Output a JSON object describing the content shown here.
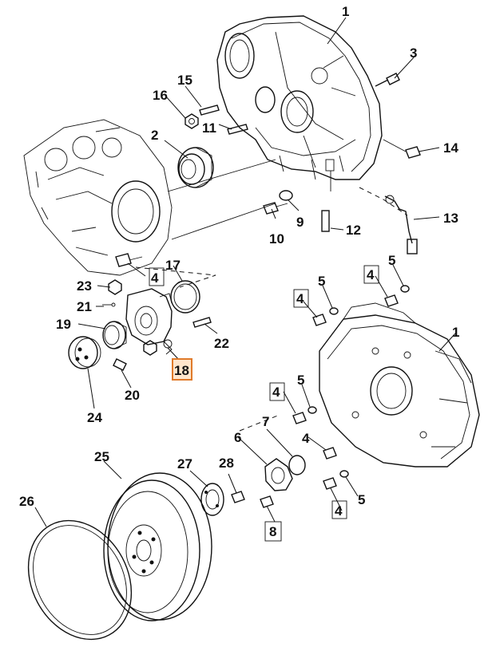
{
  "diagram": {
    "highlight_color": "#e07a2a",
    "callouts": [
      {
        "id": "c1a",
        "label": "1",
        "boxed": false,
        "highlight": false
      },
      {
        "id": "c1b",
        "label": "1",
        "boxed": false,
        "highlight": false
      },
      {
        "id": "c2",
        "label": "2",
        "boxed": false,
        "highlight": false
      },
      {
        "id": "c3",
        "label": "3",
        "boxed": false,
        "highlight": false
      },
      {
        "id": "c4a",
        "label": "4",
        "boxed": false,
        "highlight": false
      },
      {
        "id": "c4b",
        "label": "4",
        "boxed": true,
        "highlight": false
      },
      {
        "id": "c4c",
        "label": "4",
        "boxed": true,
        "highlight": false
      },
      {
        "id": "c4d",
        "label": "4",
        "boxed": true,
        "highlight": false
      },
      {
        "id": "c4e",
        "label": "4",
        "boxed": true,
        "highlight": false
      },
      {
        "id": "c4f",
        "label": "4",
        "boxed": true,
        "highlight": false
      },
      {
        "id": "c5a",
        "label": "5",
        "boxed": false,
        "highlight": false
      },
      {
        "id": "c5b",
        "label": "5",
        "boxed": false,
        "highlight": false
      },
      {
        "id": "c5c",
        "label": "5",
        "boxed": false,
        "highlight": false
      },
      {
        "id": "c5d",
        "label": "5",
        "boxed": false,
        "highlight": false
      },
      {
        "id": "c6",
        "label": "6",
        "boxed": false,
        "highlight": false
      },
      {
        "id": "c7",
        "label": "7",
        "boxed": false,
        "highlight": false
      },
      {
        "id": "c8",
        "label": "8",
        "boxed": true,
        "highlight": false
      },
      {
        "id": "c9",
        "label": "9",
        "boxed": false,
        "highlight": false
      },
      {
        "id": "c10",
        "label": "10",
        "boxed": false,
        "highlight": false
      },
      {
        "id": "c11",
        "label": "11",
        "boxed": false,
        "highlight": false
      },
      {
        "id": "c12",
        "label": "12",
        "boxed": false,
        "highlight": false
      },
      {
        "id": "c13",
        "label": "13",
        "boxed": false,
        "highlight": false
      },
      {
        "id": "c14",
        "label": "14",
        "boxed": false,
        "highlight": false
      },
      {
        "id": "c15",
        "label": "15",
        "boxed": false,
        "highlight": false
      },
      {
        "id": "c16",
        "label": "16",
        "boxed": false,
        "highlight": false
      },
      {
        "id": "c17",
        "label": "17",
        "boxed": false,
        "highlight": false
      },
      {
        "id": "c18",
        "label": "18",
        "boxed": true,
        "highlight": true
      },
      {
        "id": "c19",
        "label": "19",
        "boxed": false,
        "highlight": false
      },
      {
        "id": "c20",
        "label": "20",
        "boxed": false,
        "highlight": false
      },
      {
        "id": "c21",
        "label": "21",
        "boxed": false,
        "highlight": false
      },
      {
        "id": "c22",
        "label": "22",
        "boxed": false,
        "highlight": false
      },
      {
        "id": "c23",
        "label": "23",
        "boxed": false,
        "highlight": false
      },
      {
        "id": "c24",
        "label": "24",
        "boxed": false,
        "highlight": false
      },
      {
        "id": "c25",
        "label": "25",
        "boxed": false,
        "highlight": false
      },
      {
        "id": "c26",
        "label": "26",
        "boxed": false,
        "highlight": false
      },
      {
        "id": "c27",
        "label": "27",
        "boxed": false,
        "highlight": false
      },
      {
        "id": "c28",
        "label": "28",
        "boxed": false,
        "highlight": false
      }
    ]
  }
}
